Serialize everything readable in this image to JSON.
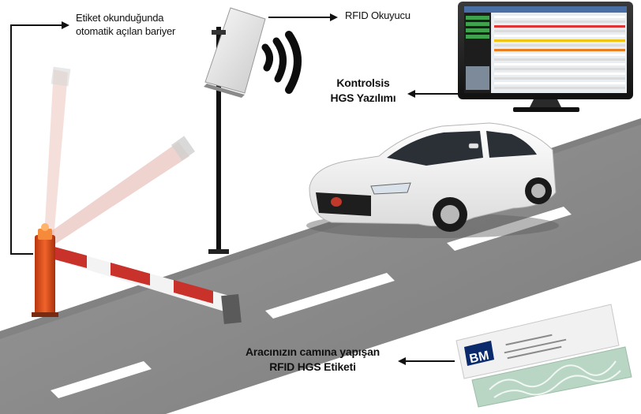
{
  "labels": {
    "barrier_line1": "Etiket okunduğunda",
    "barrier_line2": "otomatik açılan bariyer",
    "reader": "RFID Okuyucu",
    "software_line1": "Kontrolsis",
    "software_line2": "HGS Yazılımı",
    "sticker_line1": "Aracınızın camına yapışan",
    "sticker_line2": "RFID HGS Etiketi"
  },
  "sticker_brand": "BM",
  "colors": {
    "road": "#8b8b8b",
    "barrier_red": "#c8322a",
    "barrier_pole": "#e04a1c",
    "arrow": "#111111",
    "car_body": "#f4f4f4",
    "tag_green": "#b9d6c4"
  }
}
